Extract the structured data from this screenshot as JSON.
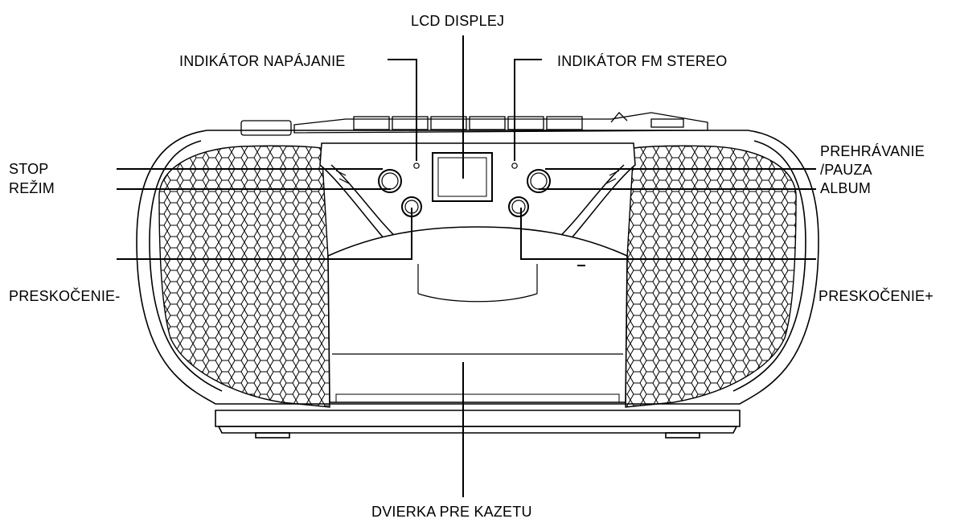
{
  "labels": {
    "lcd_display": "LCD DISPLEJ",
    "power_indicator": "INDIKÁTOR NAPÁJANIE",
    "fm_stereo_indicator": "INDIKÁTOR FM STEREO",
    "stop": "STOP",
    "mode": "REŽIM",
    "play_pause_line1": "PREHRÁVANIE",
    "play_pause_line2": "/PAUZA",
    "album": "ALBUM",
    "skip_back": "PRESKOČENIE-",
    "skip_forward": "PRESKOČENIE+",
    "cassette_door": "DVIERKA PRE KAZETU"
  },
  "colors": {
    "ink": "#000000",
    "background": "#ffffff"
  }
}
